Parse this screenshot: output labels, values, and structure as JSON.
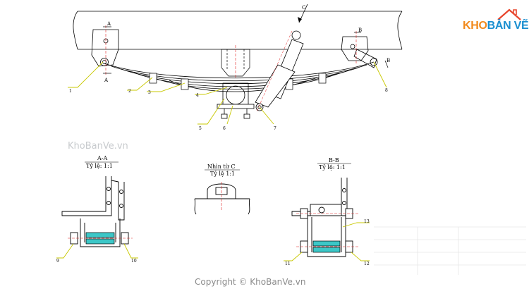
{
  "logo": {
    "part1": "KHO",
    "part2": "BẢN VẼ"
  },
  "watermark": {
    "site": "KhoBanVe.vn",
    "copyright": "Copyright © KhoBanVe.vn"
  },
  "main_view": {
    "section_marks": {
      "a_top": "A",
      "a_bottom": "A",
      "b_top": "B",
      "b_side": "B",
      "c": "C"
    },
    "part_numbers": [
      "1",
      "2",
      "3",
      "4",
      "5",
      "6",
      "7",
      "8"
    ]
  },
  "detail_views": {
    "aa": {
      "title": "A-A",
      "scale": "Tỷ lệ: 1:1",
      "parts": [
        "9",
        "10"
      ]
    },
    "c": {
      "title": "Nhìn từ C",
      "scale": "Tỷ lệ 1:1"
    },
    "bb": {
      "title": "B-B",
      "scale": "Tỷ lệ: 1:1",
      "parts": [
        "11",
        "12",
        "13"
      ]
    }
  },
  "colors": {
    "accent": "#3cc7c7",
    "part_label": "#c8c800",
    "centerline": "#e02020"
  }
}
